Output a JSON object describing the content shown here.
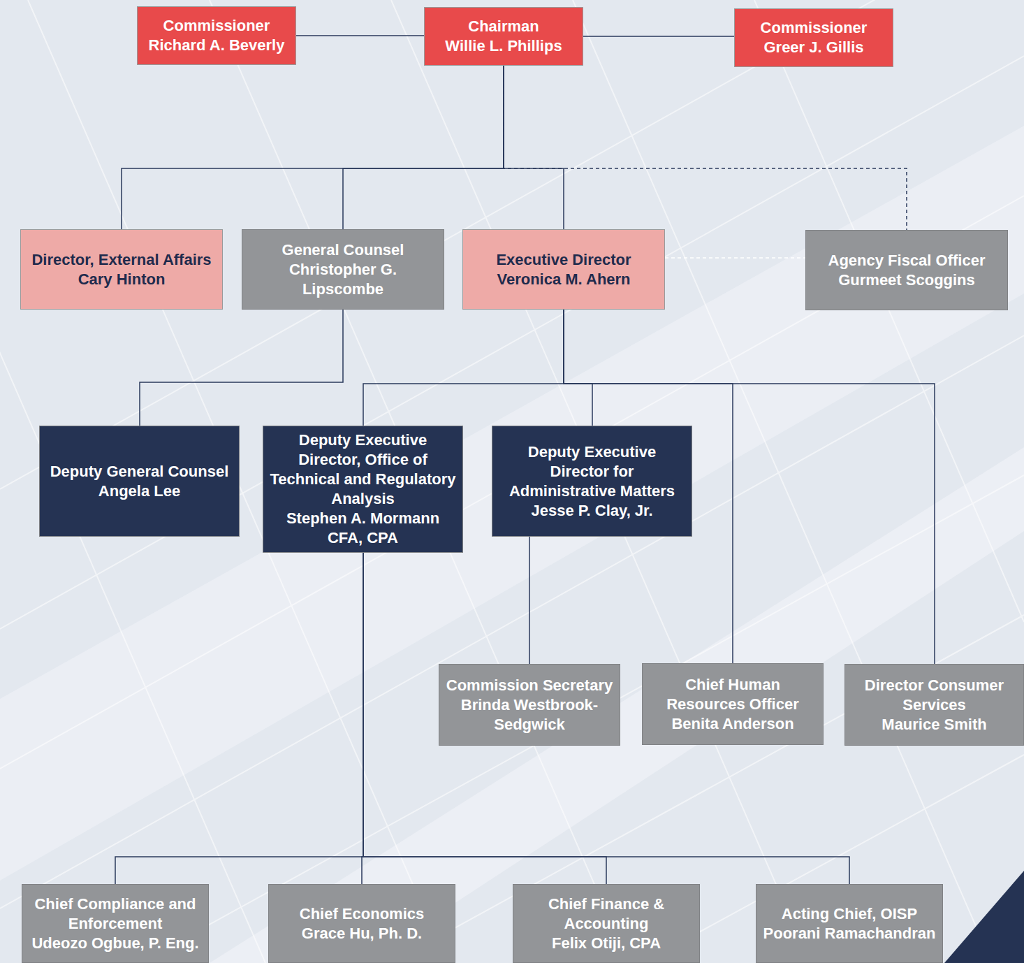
{
  "diagram": {
    "nodes": [
      {
        "text": [
          "Commissioner",
          "Richard A. Beverly"
        ]
      },
      {
        "text": [
          "Chairman",
          "Willie L. Phillips"
        ]
      },
      {
        "text": [
          "Commissioner",
          "Greer J. Gillis"
        ]
      },
      {
        "text": [
          "Director, External Affairs",
          "Cary Hinton"
        ]
      },
      {
        "text": [
          "General Counsel",
          "Christopher G. Lipscombe"
        ]
      },
      {
        "text": [
          "Executive Director",
          "Veronica M. Ahern"
        ]
      },
      {
        "text": [
          "Agency Fiscal Officer",
          "Gurmeet Scoggins"
        ]
      },
      {
        "text": [
          "Deputy General Counsel",
          "Angela Lee"
        ]
      },
      {
        "text": [
          "Deputy Executive Director, Office of Technical and Regulatory Analysis",
          "Stephen A. Mormann CFA, CPA"
        ]
      },
      {
        "text": [
          "Deputy Executive Director for Administrative Matters",
          "Jesse P. Clay, Jr."
        ]
      },
      {
        "text": [
          "Commission Secretary",
          "Brinda Westbrook-Sedgwick"
        ]
      },
      {
        "text": [
          "Chief Human Resources Officer",
          "Benita Anderson"
        ]
      },
      {
        "text": [
          "Director Consumer Services",
          "Maurice Smith"
        ]
      },
      {
        "text": [
          "Chief Compliance and Enforcement",
          "Udeozo Ogbue, P. Eng."
        ]
      },
      {
        "text": [
          "Chief Economics",
          "Grace Hu, Ph. D."
        ]
      },
      {
        "text": [
          "Chief Finance & Accounting",
          "Felix Otiji, CPA"
        ]
      },
      {
        "text": [
          "Acting Chief, OISP",
          "Poorani Ramachandran"
        ]
      }
    ],
    "edges": [
      {
        "from": 0,
        "to": 1,
        "arrow": "none"
      },
      {
        "from": 1,
        "to": 2,
        "arrow": "none"
      },
      {
        "from": 1,
        "to": 3,
        "arrow": "none"
      },
      {
        "from": 1,
        "to": 4,
        "arrow": "none"
      },
      {
        "from": 1,
        "to": 5,
        "arrow": "none"
      },
      {
        "from": 1,
        "to": 6,
        "arrow": "none"
      },
      {
        "from": 5,
        "to": 6,
        "arrow": "none"
      },
      {
        "from": 4,
        "to": 7,
        "arrow": "none"
      },
      {
        "from": 5,
        "to": 8,
        "arrow": "none"
      },
      {
        "from": 5,
        "to": 9,
        "arrow": "none"
      },
      {
        "from": 5,
        "to": 11,
        "arrow": "none"
      },
      {
        "from": 5,
        "to": 12,
        "arrow": "none"
      },
      {
        "from": 9,
        "to": 10,
        "arrow": "none"
      },
      {
        "from": 8,
        "to": 13,
        "arrow": "none"
      },
      {
        "from": 8,
        "to": 14,
        "arrow": "none"
      },
      {
        "from": 8,
        "to": 15,
        "arrow": "none"
      },
      {
        "from": 8,
        "to": 16,
        "arrow": "none"
      }
    ]
  }
}
